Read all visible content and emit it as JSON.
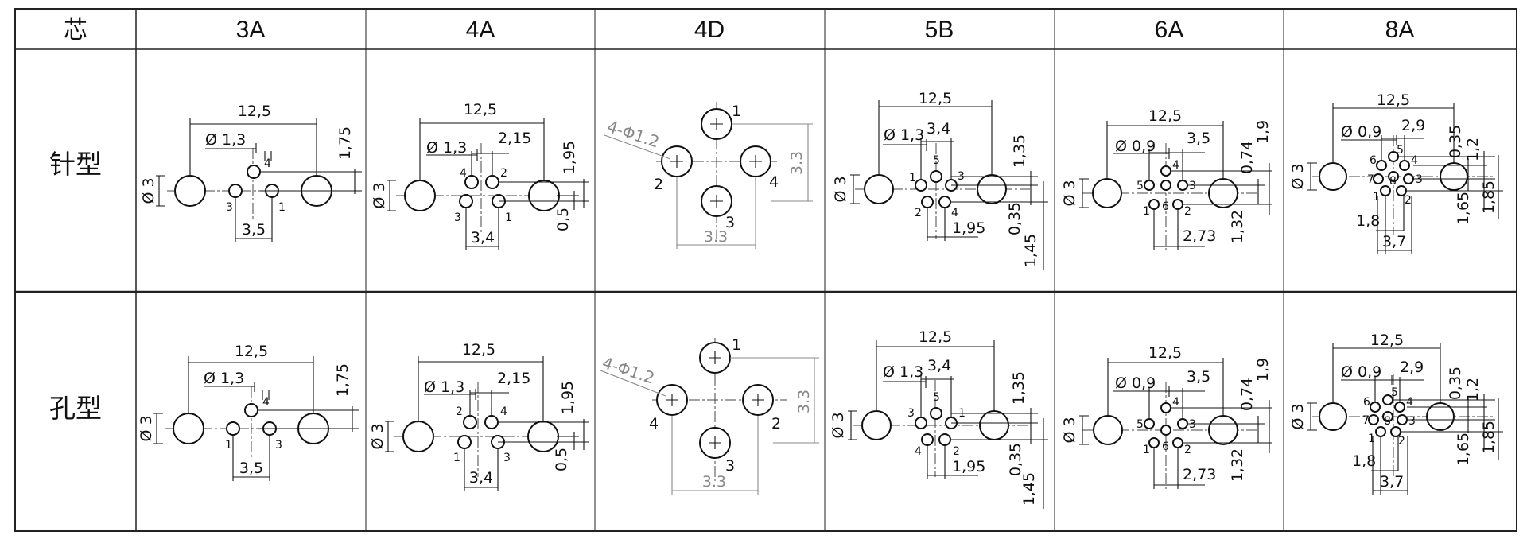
{
  "table": {
    "corner_header": "芯",
    "columns": [
      "3A",
      "4A",
      "4D",
      "5B",
      "6A",
      "8A"
    ],
    "rows": [
      "针型",
      "孔型"
    ]
  },
  "labels": {
    "d12_5": "12,5",
    "d1_3": "Ø 1,3",
    "d3": "Ø 3",
    "d1_75": "1,75",
    "d3_5": "3,5",
    "d2_15": "2,15",
    "d1_95": "1,95",
    "d3_4": "3,4",
    "d0_5": "0,5",
    "d4phi": "4-Φ1.2",
    "d3_3": "3.3",
    "d1_35": "1,35",
    "d0_35": "0,35",
    "d1_45": "1,45",
    "d0_9": "Ø 0,9",
    "d0_74": "0,74",
    "d1_9": "1,9",
    "d1_32": "1,32",
    "d2_73": "2,73",
    "d2_9": "2,9",
    "d1_2": "1,2",
    "d1_65": "1,65",
    "d1_85": "1,85",
    "d1_8": "1,8",
    "d3_7": "3,7"
  },
  "pins": {
    "3A_pin": [
      "4",
      "3",
      "1"
    ],
    "3A_socket": [
      "4",
      "1",
      "3"
    ],
    "4A_pin": [
      "4",
      "2",
      "3",
      "1"
    ],
    "4A_socket": [
      "2",
      "4",
      "1",
      "3"
    ],
    "4D_pin": [
      "1",
      "2",
      "4",
      "3"
    ],
    "4D_socket": [
      "1",
      "4",
      "2",
      "3"
    ],
    "5B_pin": [
      "5",
      "1",
      "3",
      "2",
      "4"
    ],
    "5B_socket": [
      "5",
      "3",
      "1",
      "4",
      "2"
    ],
    "6A_pin": [
      "4",
      "5",
      "3",
      "1",
      "6",
      "2"
    ],
    "6A_socket": [
      "4",
      "5",
      "3",
      "1",
      "6",
      "2"
    ],
    "8A_pin": [
      "5",
      "6",
      "4",
      "7",
      "8",
      "3",
      "1",
      "2"
    ],
    "8A_socket": [
      "5",
      "6",
      "4",
      "7",
      "8",
      "3",
      "1",
      "2"
    ]
  },
  "colors": {
    "line": "#111111",
    "dim_gray": "#888888",
    "background": "#ffffff"
  }
}
